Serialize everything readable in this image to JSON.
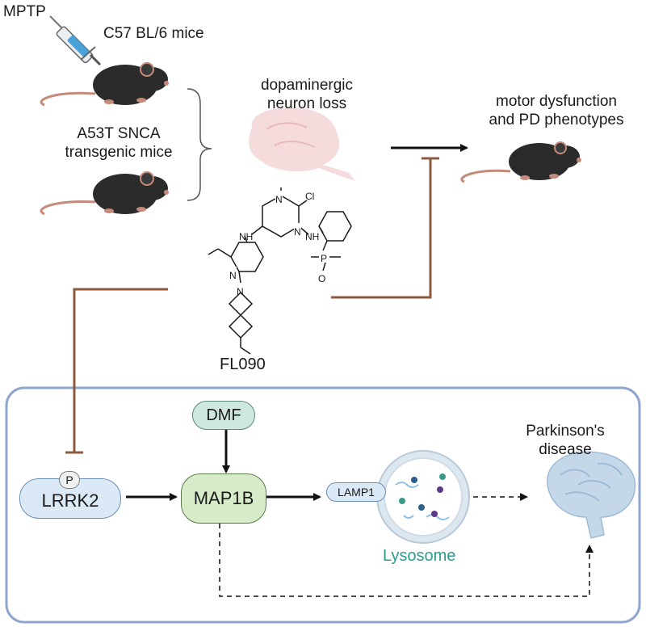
{
  "labels": {
    "mptp": "MPTP",
    "c57": "C57 BL/6 mice",
    "a53t_line1": "A53T SNCA",
    "a53t_line2": "transgenic mice",
    "dopamine_line1": "dopaminergic",
    "dopamine_line2": "neuron loss",
    "motor_line1": "motor dysfunction",
    "motor_line2": "and PD phenotypes",
    "compound": "FL090",
    "atom_cl": "Cl",
    "atom_n1": "N",
    "atom_n2": "N",
    "atom_nh1": "NH",
    "atom_nh2": "NH",
    "atom_p": "P",
    "atom_o": "O",
    "atom_n_py": "N",
    "atom_n_spiro": "N"
  },
  "pathway": {
    "dmf": "DMF",
    "lrrk2": "LRRK2",
    "phospho": "P",
    "map1b": "MAP1B",
    "lamp1": "LAMP1",
    "lysosome": "Lysosome",
    "pd_line1": "Parkinson's",
    "pd_line2": "disease"
  },
  "colors": {
    "inhibit": "#8b5a3c",
    "panel_border": "#8fa4cf",
    "dmf_fill": "#cfe8dd",
    "lrrk2_fill": "#dbe8f5",
    "map1b_fill": "#d7ebc9",
    "lysosome_text": "#2a9d8f",
    "mouse": "#2b2b2b",
    "brain_pink": "#f4d7d7",
    "brain_blue": "#c5d8ea"
  }
}
